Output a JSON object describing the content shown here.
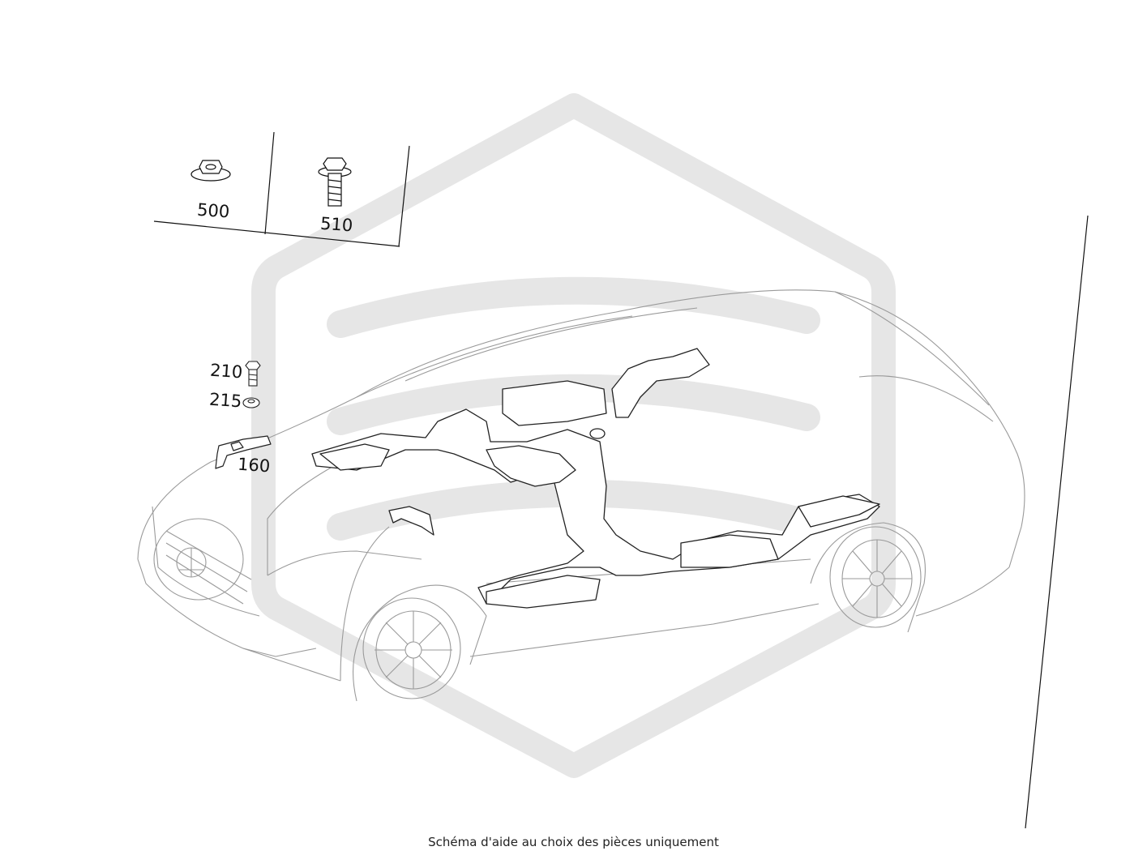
{
  "diagram": {
    "callouts": [
      {
        "id": "nut-500",
        "label": "500"
      },
      {
        "id": "bolt-510",
        "label": "510"
      },
      {
        "id": "bolt-210",
        "label": "210"
      },
      {
        "id": "nut-215",
        "label": "215"
      },
      {
        "id": "bracket-160",
        "label": "160"
      }
    ]
  },
  "caption": "Schéma d'aide au choix des pièces uniquement",
  "colors": {
    "line": "#111111",
    "car": "#9a9a9a",
    "watermark": "#e8e8e8",
    "part": "#222222"
  }
}
